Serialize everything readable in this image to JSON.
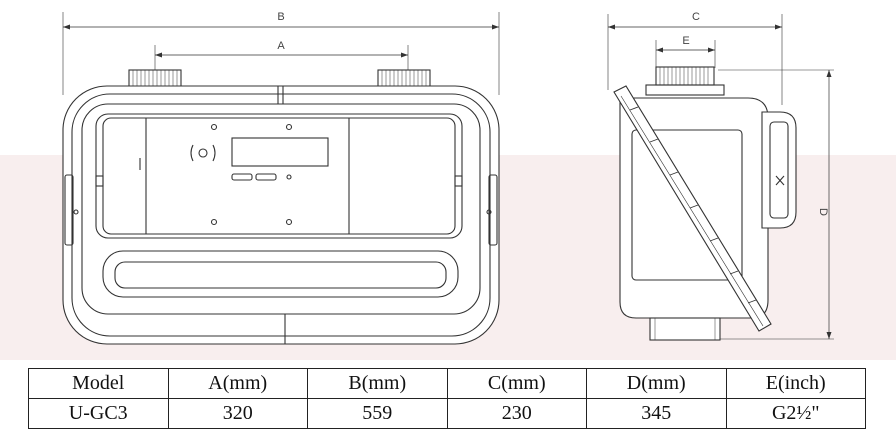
{
  "dimension_labels": {
    "front_width": "B",
    "front_port_spacing": "A",
    "side_width": "C",
    "side_port_width": "E",
    "side_height": "D"
  },
  "table": {
    "headers": [
      "Model",
      "A(mm)",
      "B(mm)",
      "C(mm)",
      "D(mm)",
      "E(inch)"
    ],
    "rows": [
      [
        "U-GC3",
        "320",
        "559",
        "230",
        "345",
        "G2½\""
      ]
    ]
  }
}
